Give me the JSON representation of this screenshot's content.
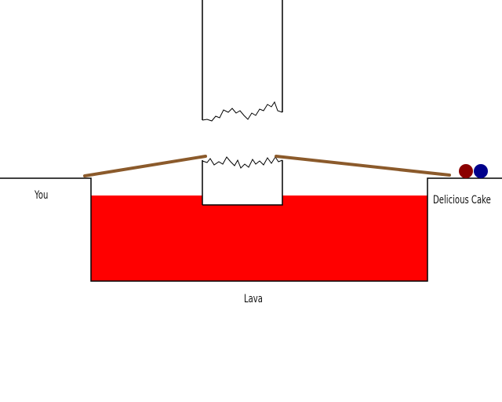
{
  "labels": {
    "player": "You",
    "goal": "Delicious Cake",
    "hazard": "Lava"
  },
  "colors": {
    "lava": "#ff0000",
    "plank": "#8b5a2b",
    "outline": "#000000",
    "cake_left": "#8b0000",
    "cake_right": "#00008b"
  }
}
